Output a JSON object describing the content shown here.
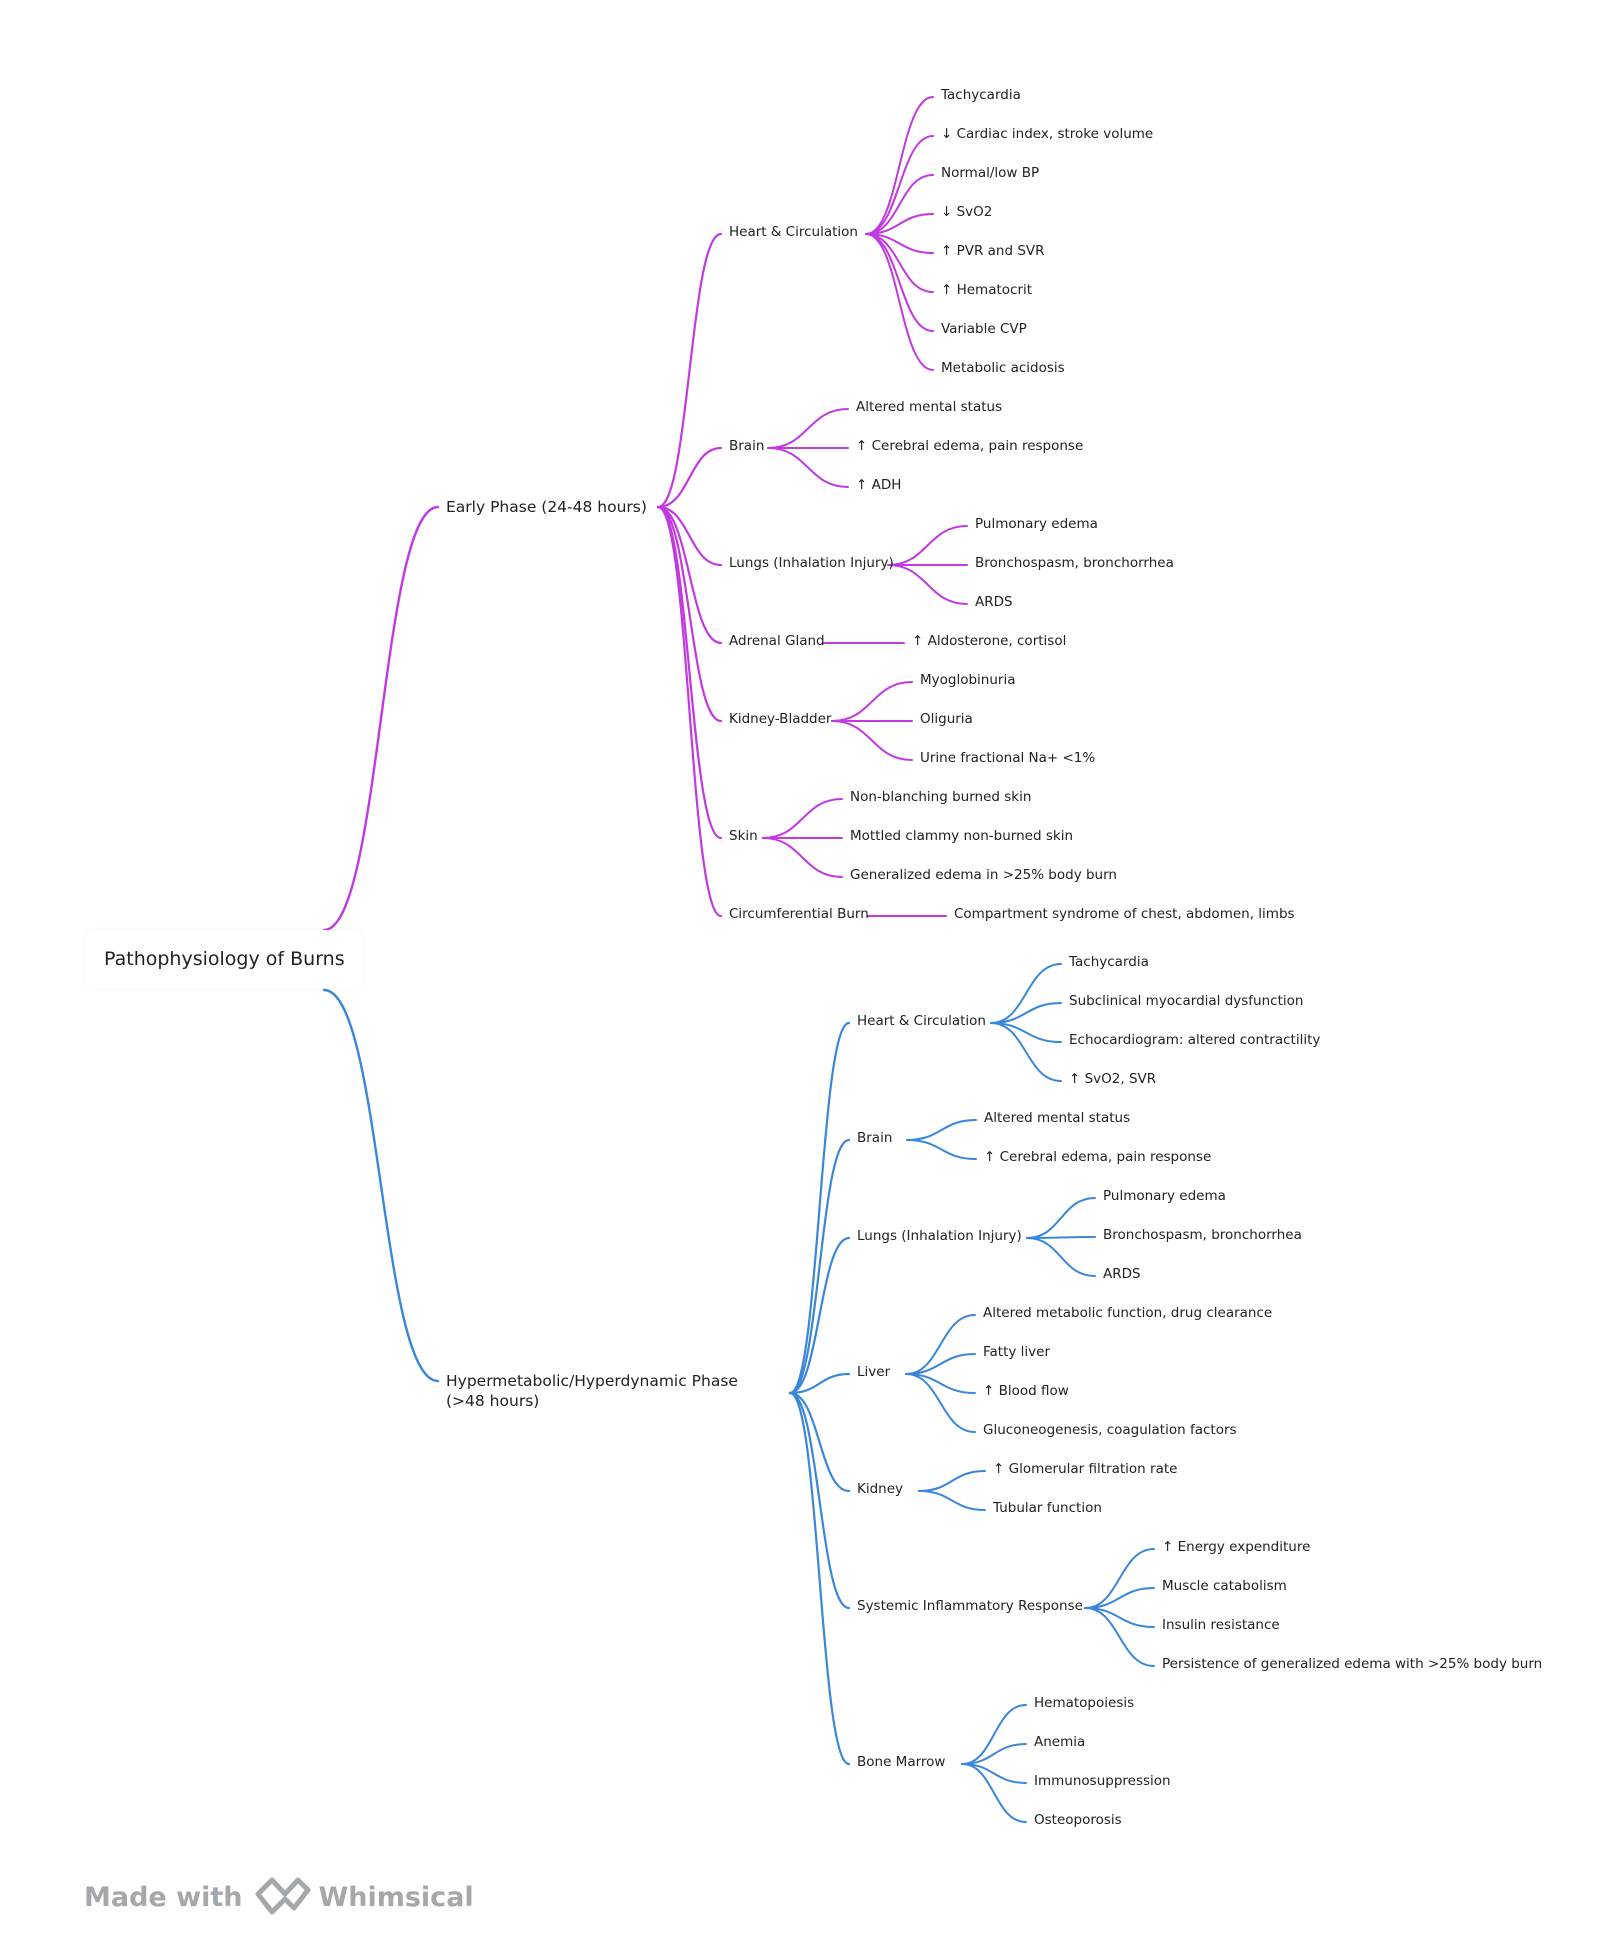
{
  "root": "Pathophysiology of Burns",
  "colors": {
    "early": "#c03ae0",
    "late": "#3a86d8"
  },
  "footer": {
    "made_with": "Made with",
    "brand": "Whimsical",
    "logo_icon": "whimsical-logo-icon"
  },
  "branches": [
    {
      "label": "Early Phase (24-48 hours)",
      "groups": [
        {
          "label": "Heart & Circulation",
          "items": [
            "Tachycardia",
            "↓ Cardiac index, stroke volume",
            "Normal/low BP",
            "↓ SvO2",
            "↑ PVR and SVR",
            "↑ Hematocrit",
            "Variable CVP",
            "Metabolic acidosis"
          ]
        },
        {
          "label": "Brain",
          "items": [
            "Altered mental status",
            "↑ Cerebral edema, pain response",
            "↑ ADH"
          ]
        },
        {
          "label": "Lungs (Inhalation Injury)",
          "items": [
            "Pulmonary edema",
            "Bronchospasm, bronchorrhea",
            "ARDS"
          ]
        },
        {
          "label": "Adrenal Gland",
          "items": [
            "↑ Aldosterone, cortisol"
          ]
        },
        {
          "label": "Kidney-Bladder",
          "items": [
            "Myoglobinuria",
            "Oliguria",
            "Urine fractional Na+ <1%"
          ]
        },
        {
          "label": "Skin",
          "items": [
            "Non-blanching burned skin",
            "Mottled clammy non-burned skin",
            "Generalized edema in >25% body burn"
          ]
        },
        {
          "label": "Circumferential Burn",
          "items": [
            "Compartment syndrome of chest, abdomen, limbs"
          ]
        }
      ]
    },
    {
      "label": "Hypermetabolic/Hyperdynamic Phase (>48 hours)",
      "groups": [
        {
          "label": "Heart & Circulation",
          "items": [
            "Tachycardia",
            "Subclinical myocardial dysfunction",
            "Echocardiogram: altered contractility",
            "↑ SvO2, SVR"
          ]
        },
        {
          "label": "Brain",
          "items": [
            "Altered mental status",
            "↑ Cerebral edema, pain response"
          ]
        },
        {
          "label": "Lungs (Inhalation Injury)",
          "items": [
            "Pulmonary edema",
            "Bronchospasm, bronchorrhea",
            "ARDS"
          ]
        },
        {
          "label": "Liver",
          "items": [
            "Altered metabolic function, drug clearance",
            "Fatty liver",
            "↑ Blood flow",
            "Gluconeogenesis, coagulation factors"
          ]
        },
        {
          "label": "Kidney",
          "items": [
            "↑ Glomerular filtration rate",
            "Tubular function"
          ]
        },
        {
          "label": "Systemic Inflammatory Response",
          "items": [
            "↑ Energy expenditure",
            "Muscle catabolism",
            "Insulin resistance",
            "Persistence of generalized edema with >25% body burn"
          ]
        },
        {
          "label": "Bone Marrow",
          "items": [
            "Hematopoiesis",
            "Anemia",
            "Immunosuppression",
            "Osteoporosis"
          ]
        }
      ]
    }
  ]
}
